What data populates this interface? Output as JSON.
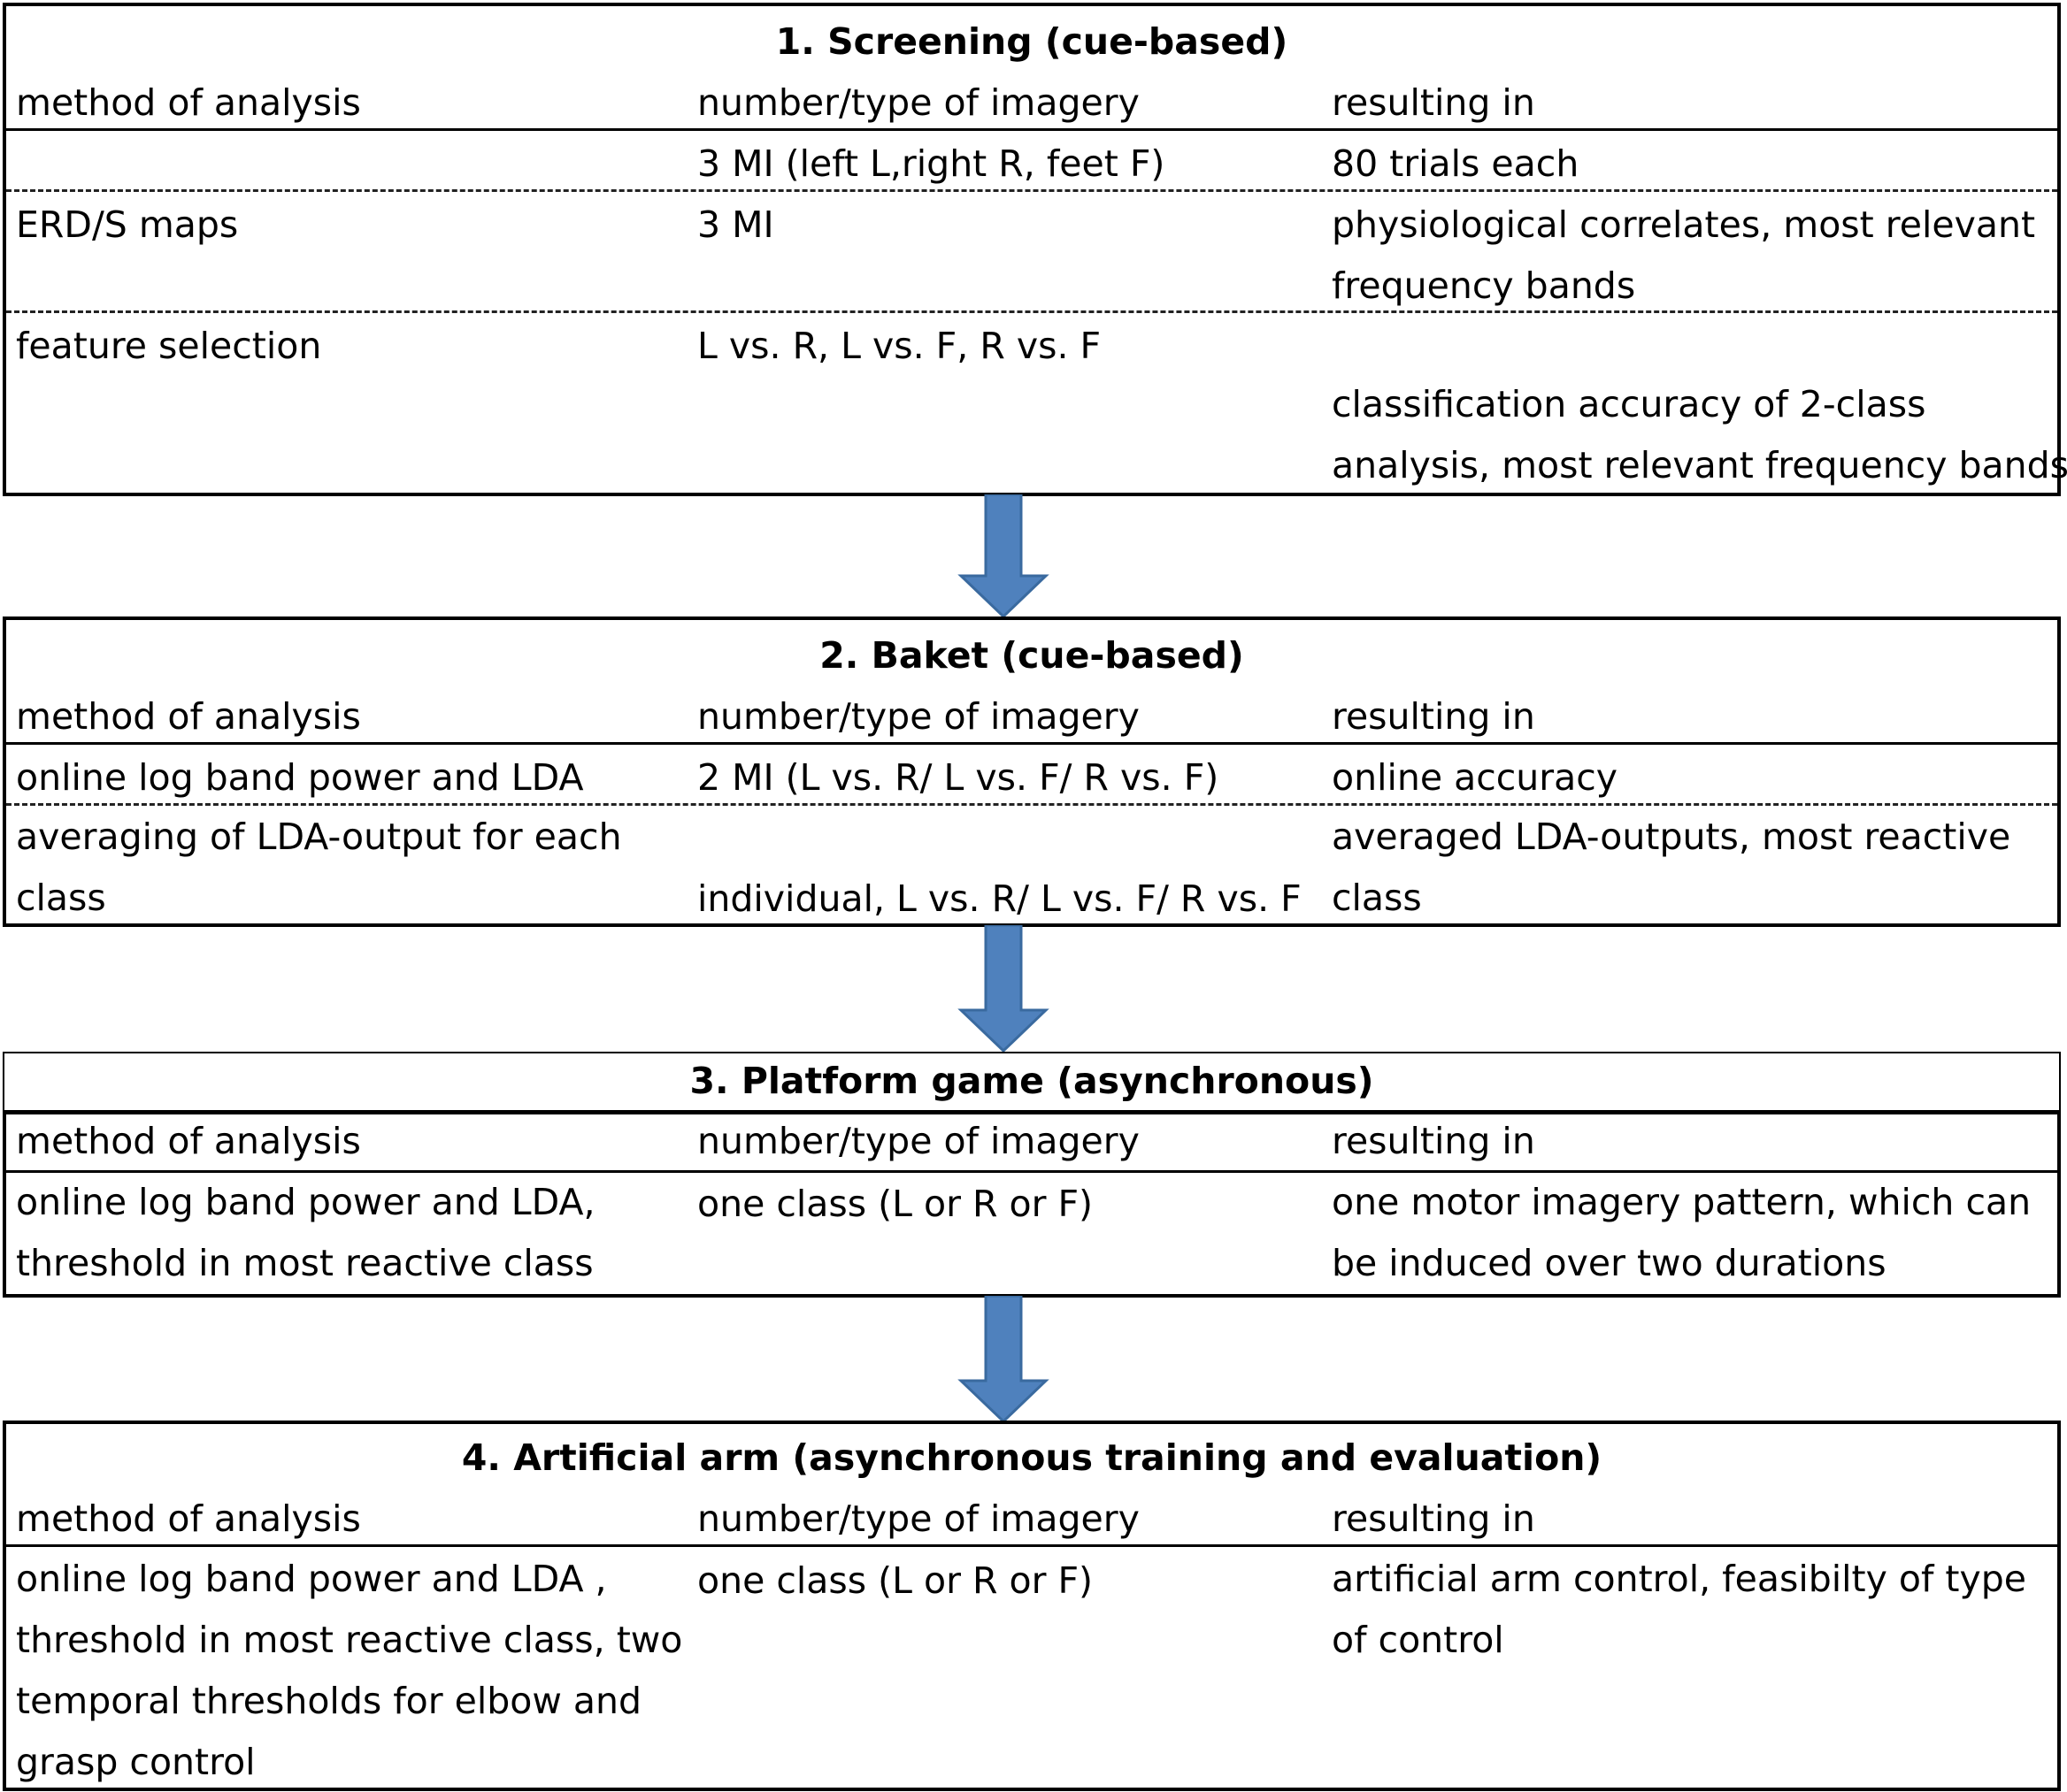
{
  "arrow_color": "#4f81bd",
  "arrow_stroke": "#3a6a9f",
  "stages": [
    {
      "title": "1. Screening (cue-based)",
      "header": [
        "method of analysis",
        "number/type of imagery",
        "resulting in"
      ],
      "rows": [
        [
          "",
          "3 MI (left L,right R, feet F)",
          "80 trials each"
        ],
        [
          "ERD/S maps",
          "3 MI",
          "physiological correlates, most relevant",
          "frequency bands"
        ],
        [
          "feature selection",
          "L vs. R, L vs. F, R vs. F",
          "classification accuracy of 2-class",
          "analysis, most relevant frequency bands"
        ]
      ]
    },
    {
      "title": "2. Baket (cue-based)",
      "header": [
        "method of analysis",
        "number/type of imagery",
        "resulting in"
      ],
      "rows": [
        [
          "online log band power and LDA",
          "2 MI (L vs. R/ L vs. F/ R vs. F)",
          "online accuracy"
        ],
        [
          "averaging of LDA-output for each",
          "class",
          "individual, L vs. R/ L vs. F/ R vs. F",
          "averaged LDA-outputs, most reactive",
          "class"
        ]
      ]
    },
    {
      "title": "3. Platform game (asynchronous)",
      "header": [
        "method of analysis",
        "number/type of imagery",
        "resulting in"
      ],
      "rows": [
        [
          "online log band power and LDA,",
          "threshold in most reactive class",
          "one class  (L or R or F)",
          "one motor imagery pattern, which can",
          "be induced over two durations"
        ]
      ]
    },
    {
      "title": "4. Artificial arm (asynchronous training and evaluation)",
      "header": [
        "method of analysis",
        "number/type of imagery",
        "resulting in"
      ],
      "rows": [
        [
          "online log band power and LDA ,",
          "threshold in most reactive class, two",
          "temporal thresholds for elbow and",
          "grasp control",
          "one class  (L or R or F)",
          "artificial arm control, feasibilty of type",
          "of control"
        ]
      ]
    }
  ]
}
